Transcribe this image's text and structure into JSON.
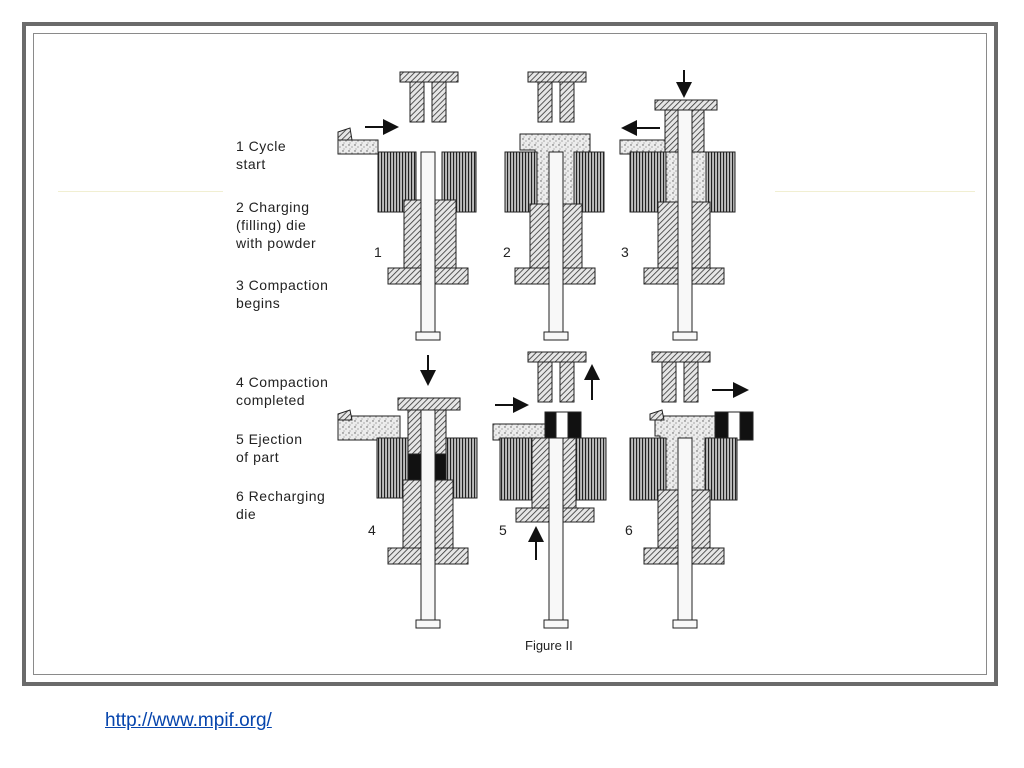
{
  "steps": [
    {
      "label_lines": [
        "1 Cycle",
        "start"
      ]
    },
    {
      "label_lines": [
        "2 Charging",
        "(filling) die",
        "with powder"
      ]
    },
    {
      "label_lines": [
        "3 Compaction",
        "begins"
      ]
    },
    {
      "label_lines": [
        "4 Compaction",
        "completed"
      ]
    },
    {
      "label_lines": [
        "5 Ejection",
        "of part"
      ]
    },
    {
      "label_lines": [
        "6 Recharging",
        "die"
      ]
    }
  ],
  "panel_numbers": [
    "1",
    "2",
    "3",
    "4",
    "5",
    "6"
  ],
  "figure_caption": "Figure II",
  "source_link": "http://www.mpif.org/",
  "colors": {
    "frame": "#6b6b6b",
    "hatch": "#333333",
    "powder": "#d8d8d8",
    "compact": "#111111",
    "link": "#0645ad"
  }
}
